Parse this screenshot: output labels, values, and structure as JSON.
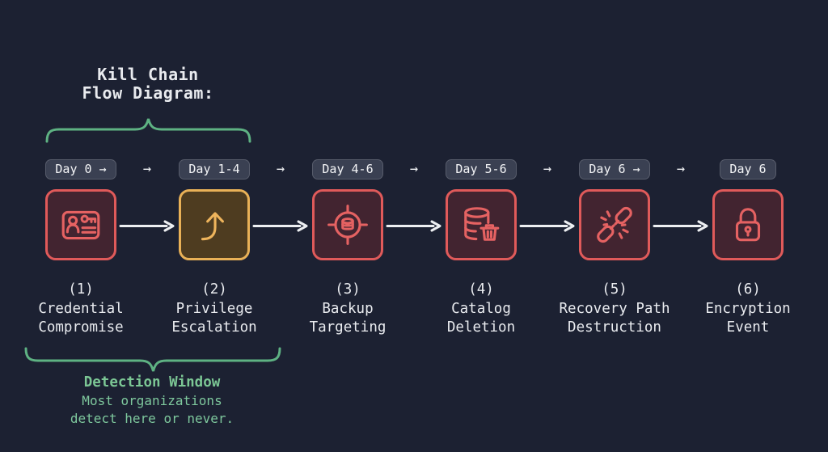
{
  "title": {
    "line1": "Kill Chain",
    "line2": "Flow Diagram:"
  },
  "connector_arrow": "→",
  "stages": [
    {
      "day": "Day 0 →",
      "icon": "credential-id-card-key-icon",
      "num": "(1)",
      "name_line1": "Credential",
      "name_line2": "Compromise",
      "accent": "red"
    },
    {
      "day": "Day 1-4",
      "icon": "escalation-curved-arrow-icon",
      "num": "(2)",
      "name_line1": "Privilege",
      "name_line2": "Escalation",
      "accent": "amber"
    },
    {
      "day": "Day 4-6",
      "icon": "backup-target-crosshair-icon",
      "num": "(3)",
      "name_line1": "Backup",
      "name_line2": "Targeting",
      "accent": "red"
    },
    {
      "day": "Day 5-6",
      "icon": "database-delete-trash-icon",
      "num": "(4)",
      "name_line1": "Catalog",
      "name_line2": "Deletion",
      "accent": "red"
    },
    {
      "day": "Day 6 →",
      "icon": "broken-chain-link-icon",
      "num": "(5)",
      "name_line1": "Recovery Path",
      "name_line2": "Destruction",
      "accent": "red"
    },
    {
      "day": "Day 6",
      "icon": "padlock-icon",
      "num": "(6)",
      "name_line1": "Encryption",
      "name_line2": "Event",
      "accent": "red"
    }
  ],
  "detection": {
    "heading": "Detection Window",
    "line1": "Most organizations",
    "line2": "detect here or never."
  },
  "colors": {
    "background": "#1c2132",
    "box_red": "#e05a5a",
    "box_amber": "#e9b157",
    "arrow_white": "#edeff2",
    "badge_bg": "#3a4052",
    "text": "#e9ebef",
    "green_brace": "#5eb283",
    "green_heading": "#7cc795",
    "green_body": "#7ec89d"
  }
}
